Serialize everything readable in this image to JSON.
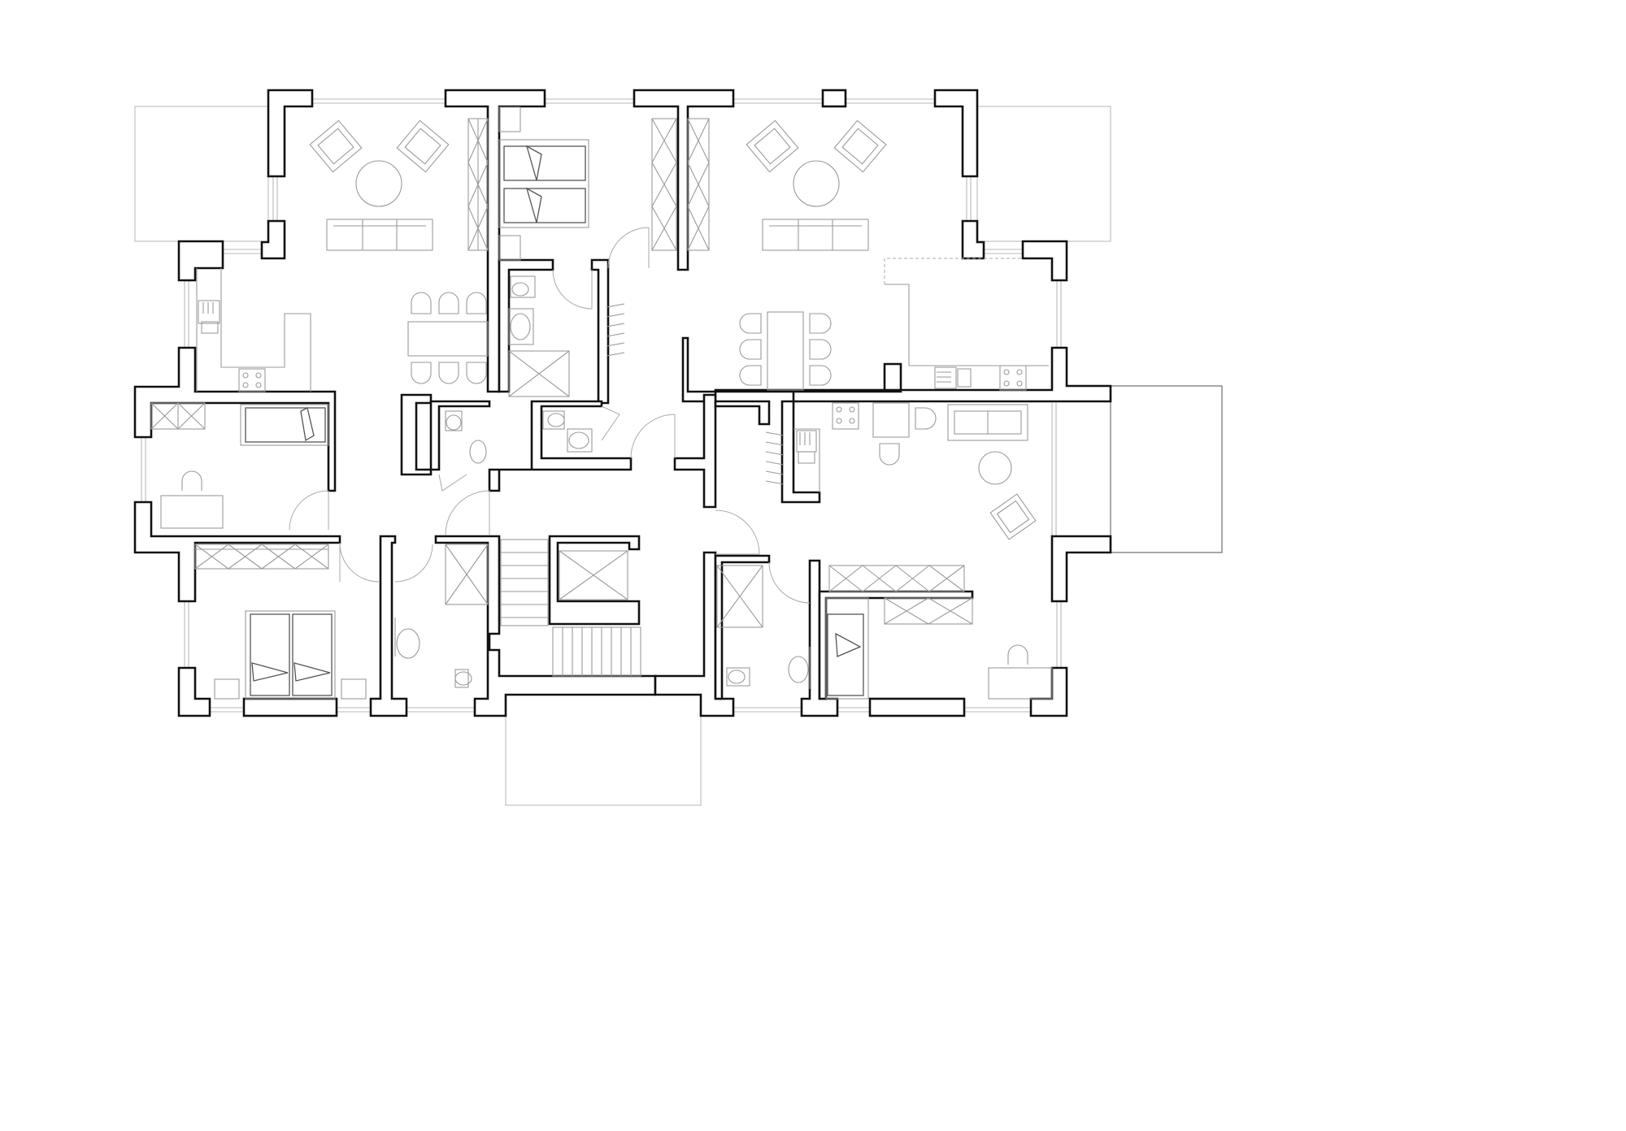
{
  "plan": {
    "colors": {
      "background": "#ffffff",
      "wall": "#111111",
      "fixture": "#9a9a9a",
      "glazing": "#b8b8b8"
    },
    "units": [
      {
        "name": "apartment-northwest",
        "rooms": [
          "living-room",
          "kitchen",
          "dining-area",
          "bedroom",
          "bathroom",
          "study"
        ]
      },
      {
        "name": "apartment-northeast",
        "rooms": [
          "living-room",
          "kitchen",
          "dining-area",
          "bedroom",
          "bathroom"
        ]
      },
      {
        "name": "apartment-southwest",
        "rooms": [
          "bedroom",
          "bathroom",
          "hall"
        ]
      },
      {
        "name": "apartment-southeast",
        "rooms": [
          "living-room",
          "kitchen",
          "bedroom",
          "bathroom"
        ]
      }
    ],
    "core": [
      "stair",
      "elevator",
      "corridor"
    ],
    "icons": [
      "armchair-icon",
      "sofa-icon",
      "round-table-icon",
      "bed-icon",
      "toilet-icon",
      "sink-icon",
      "shower-icon",
      "stove-icon",
      "wardrobe-icon",
      "dining-chair-icon",
      "door-swing-icon"
    ]
  }
}
